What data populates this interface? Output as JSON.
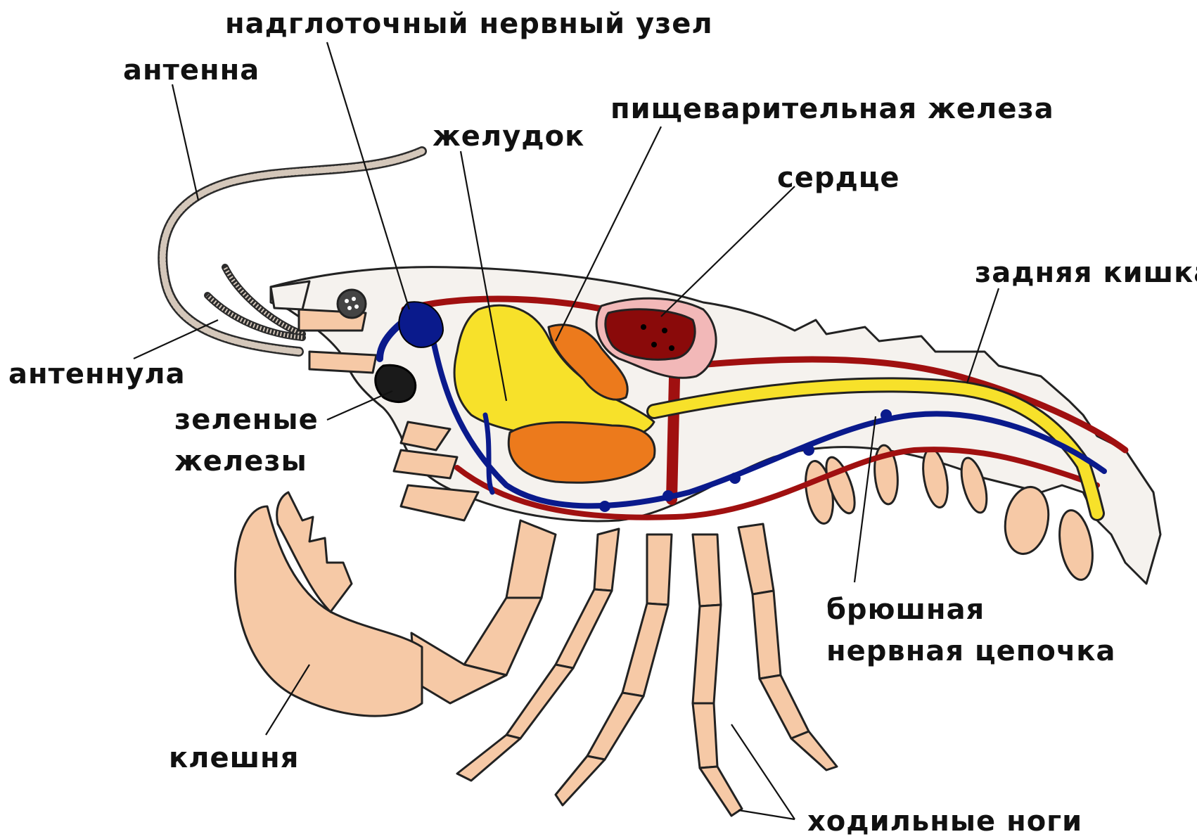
{
  "diagram": {
    "labels": {
      "supraesophageal_ganglion": "надглоточный нервный узел",
      "antenna": "антенна",
      "digestive_gland": "пищеварительная железа",
      "stomach": "желудок",
      "heart": "сердце",
      "hindgut": "задняя кишка",
      "antennule": "антеннула",
      "green_glands_line1": "зеленые",
      "green_glands_line2": "железы",
      "ventral_nerve_cord_line1": "брюшная",
      "ventral_nerve_cord_line2": "нервная цепочка",
      "claw": "клешня",
      "walking_legs": "ходильные ноги"
    },
    "colors": {
      "body_fill": "#f5f2ee",
      "limb_fill": "#f6c9a6",
      "vessel_red": "#a01010",
      "nerve_blue": "#0a1a8c",
      "stomach_yellow": "#f7e12a",
      "digestive_gland_orange": "#ec7a1c",
      "heart_red": "#8a0a0a",
      "pink_tissue": "#f2b8b8",
      "green_gland_dark": "#1a1a1a"
    }
  }
}
